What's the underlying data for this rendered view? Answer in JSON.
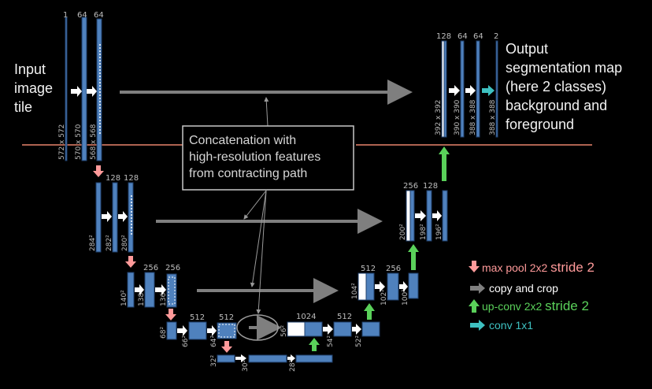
{
  "input_label": "Input\nimage\ntile",
  "output_label": "Output\nsegmentation map\n(here 2 classes)\nbackground and\nforeground",
  "concat_label": "Concatenation with\nhigh-resolution features\nfrom contracting path",
  "colors": {
    "block": "#4f81bd",
    "maxpool": "#ff9a9a",
    "copy": "#7f7f7f",
    "upconv": "#5ad15a",
    "conv1x1": "#3ec1c1",
    "line": "#e8846c"
  },
  "legend": {
    "maxpool_a": "max pool 2x2",
    "maxpool_b": "stride 2",
    "copy": "copy and crop",
    "upconv_a": "up-conv 2x2",
    "upconv_b": "stride 2",
    "conv": "conv 1x1"
  },
  "channels": {
    "l1": [
      "1",
      "64",
      "64"
    ],
    "l2": [
      "128",
      "128"
    ],
    "l3": [
      "256",
      "256"
    ],
    "l4": [
      "512",
      "512"
    ],
    "l5": [
      "1024"
    ],
    "r4": [
      "512"
    ],
    "r3": [
      "512",
      "256"
    ],
    "r2": [
      "256",
      "128"
    ],
    "r1": [
      "128",
      "64",
      "64",
      "2"
    ]
  },
  "sizes": {
    "l1": [
      "572 x 572",
      "570 x 570",
      "568 x 568"
    ],
    "l2": [
      "284²",
      "282²",
      "280²"
    ],
    "l3": [
      "140²",
      "138²",
      "136²"
    ],
    "l4": [
      "68²",
      "66²",
      "64²"
    ],
    "l5": [
      "32²",
      "30²",
      "28²"
    ],
    "r4": [
      "56²",
      "54²",
      "52²"
    ],
    "r3": [
      "104²",
      "102²",
      "100²"
    ],
    "r2": [
      "200²",
      "198²",
      "196²"
    ],
    "r1": [
      "392 x 392",
      "390 x 390",
      "388 x 388",
      "388 x 388"
    ]
  }
}
